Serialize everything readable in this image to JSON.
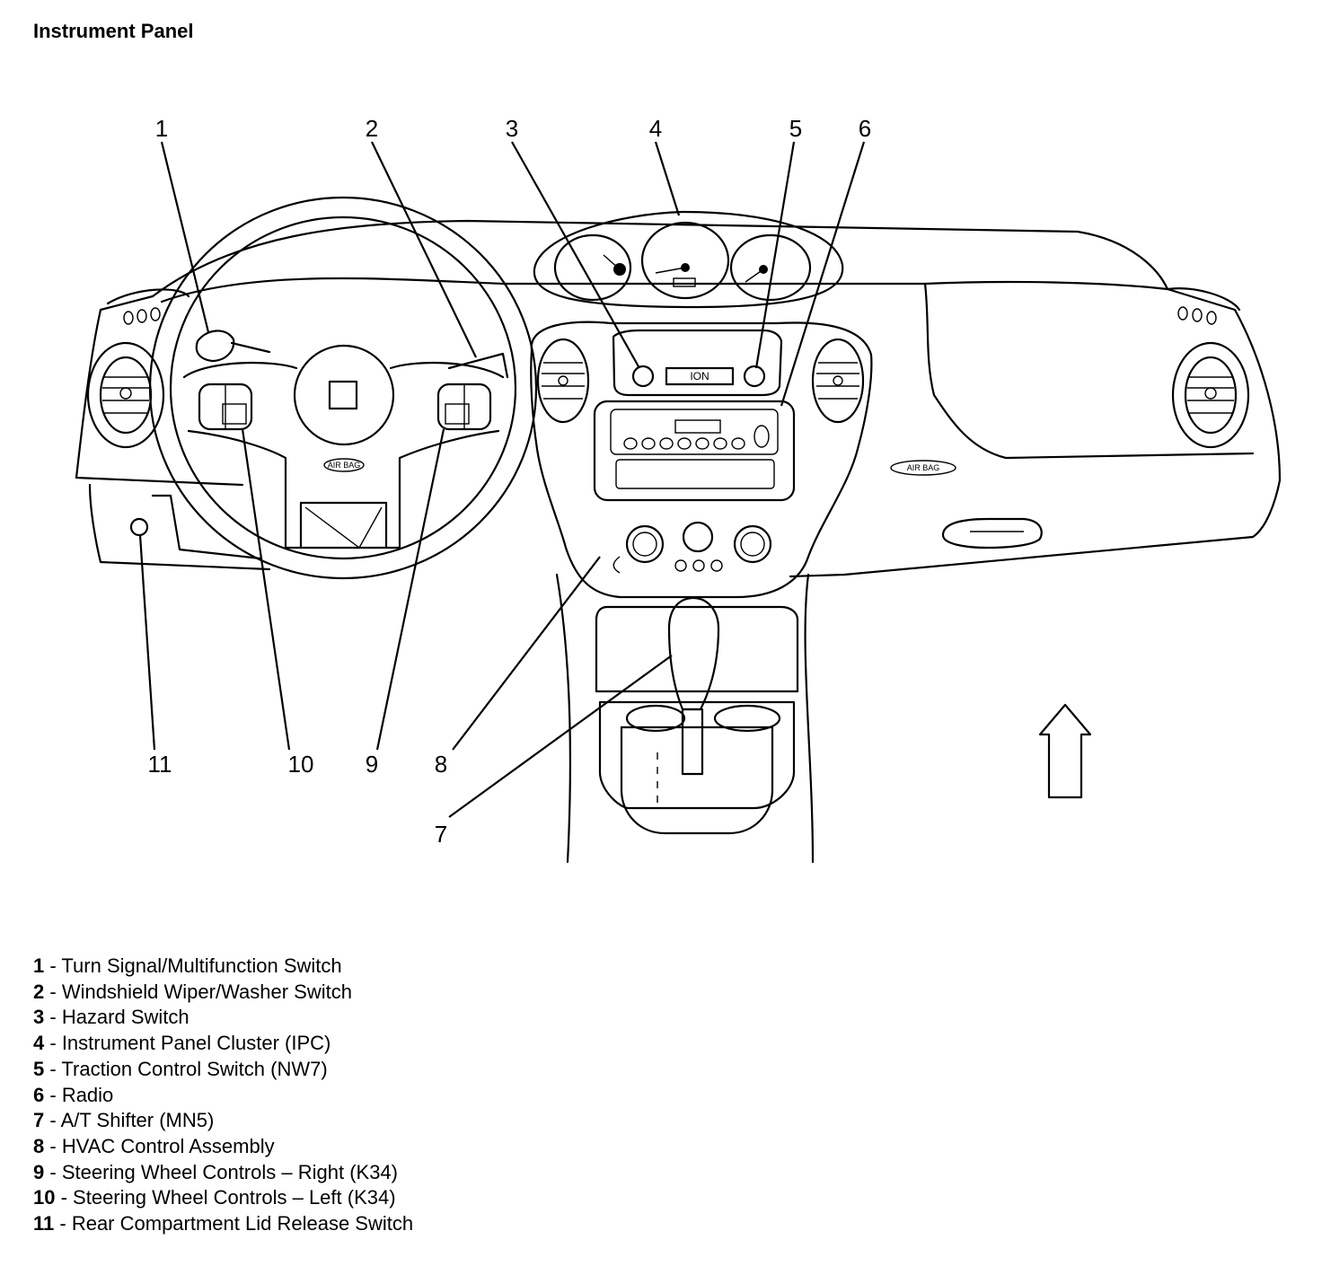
{
  "title": "Instrument Panel",
  "badges": {
    "nameplate": "ION",
    "airbag_wheel": "AIR BAG",
    "airbag_passenger": "AIR BAG"
  },
  "callout_numbers": [
    "1",
    "2",
    "3",
    "4",
    "5",
    "6",
    "7",
    "8",
    "9",
    "10",
    "11"
  ],
  "legend": [
    {
      "num": "1",
      "sep": " - ",
      "text": "Turn Signal/Multifunction Switch"
    },
    {
      "num": "2",
      "sep": " - ",
      "text": "Windshield Wiper/Washer Switch"
    },
    {
      "num": "3",
      "sep": " - ",
      "text": "Hazard Switch"
    },
    {
      "num": "4",
      "sep": " - ",
      "text": "Instrument Panel Cluster (IPC)"
    },
    {
      "num": "5",
      "sep": " - ",
      "text": "Traction Control Switch (NW7)"
    },
    {
      "num": "6",
      "sep": " - ",
      "text": "Radio"
    },
    {
      "num": "7",
      "sep": " - ",
      "text": "A/T Shifter (MN5)"
    },
    {
      "num": "8",
      "sep": " - ",
      "text": "HVAC Control Assembly"
    },
    {
      "num": "9",
      "sep": " - ",
      "text": "Steering Wheel Controls – Right (K34)"
    },
    {
      "num": "10",
      "sep": " - ",
      "text": "Steering Wheel Controls – Left (K34)"
    },
    {
      "num": "11",
      "sep": " - ",
      "text": "Rear Compartment Lid Release Switch"
    }
  ]
}
